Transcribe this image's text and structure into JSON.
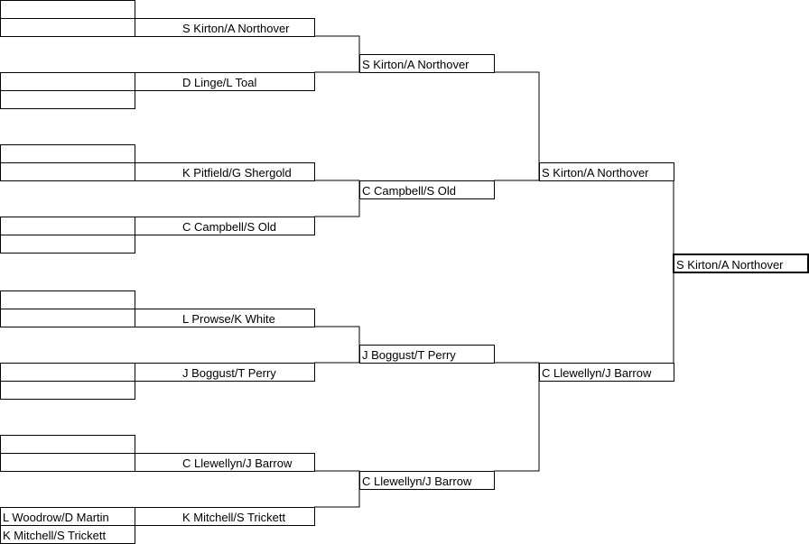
{
  "bracket": {
    "round1": [
      "",
      "",
      "",
      "",
      "",
      "",
      "",
      "",
      "",
      "",
      "",
      "",
      "",
      "",
      "L Woodrow/D Martin",
      "K Mitchell/S Trickett"
    ],
    "round2": [
      "S Kirton/A Northover",
      "D Linge/L Toal",
      "K Pitfield/G Shergold",
      "C Campbell/S Old",
      "L Prowse/K White",
      "J Boggust/T Perry",
      "C Llewellyn/J Barrow",
      "K Mitchell/S Trickett"
    ],
    "quarterfinals": [
      "S Kirton/A Northover",
      "C Campbell/S Old",
      "J Boggust/T Perry",
      "C Llewellyn/J Barrow"
    ],
    "semifinals": [
      "S Kirton/A Northover",
      "C Llewellyn/J Barrow"
    ],
    "winner": "S Kirton/A Northover"
  }
}
